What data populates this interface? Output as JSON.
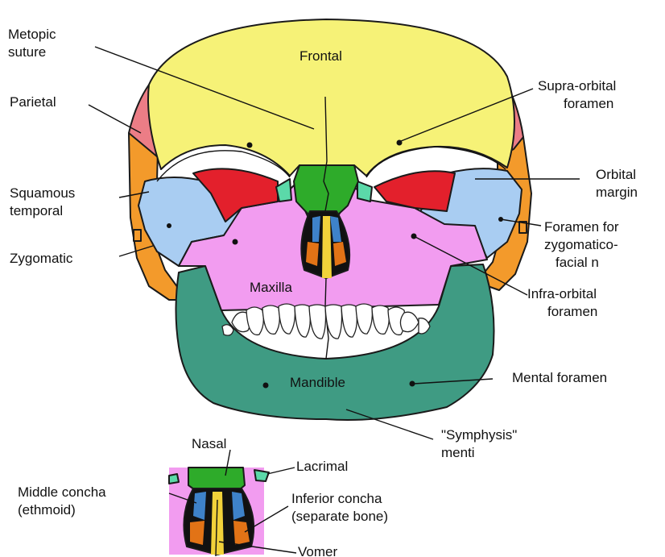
{
  "colors": {
    "frontal": "#f6f277",
    "parietal": "#ec7d86",
    "temporal": "#f39a2b",
    "zygomatic": "#a9cdf2",
    "maxilla": "#f29cf0",
    "mandible": "#3f9b83",
    "nasal": "#2eab2a",
    "lacrimal": "#5bd9a9",
    "orbit": "#e3202c",
    "concha": "#3e82c9",
    "vomer": "#f2d23a",
    "inferior_concha": "#e27316"
  },
  "labels": {
    "metopic_suture": [
      "Metopic",
      "suture"
    ],
    "parietal": "Parietal",
    "squamous_temporal": [
      "Squamous",
      "temporal"
    ],
    "zygomatic": "Zygomatic",
    "supra_orbital_foramen": [
      "Supra-orbital",
      "foramen"
    ],
    "orbital_margin": [
      "Orbital",
      "margin"
    ],
    "foramen_zygomatico_facial": [
      "Foramen for",
      "zygomatico-",
      "facial n"
    ],
    "infra_orbital_foramen": [
      "Infra-orbital",
      "foramen"
    ],
    "mental_foramen": "Mental foramen",
    "symphysis_menti": [
      "\"Symphysis\"",
      "menti"
    ],
    "frontal": "Frontal",
    "maxilla": "Maxilla",
    "mandible": "Mandible"
  },
  "inset": {
    "nasal": "Nasal",
    "lacrimal": "Lacrimal",
    "middle_concha": [
      "Middle concha",
      "(ethmoid)"
    ],
    "inferior_concha": [
      "Inferior concha",
      "(separate bone)"
    ],
    "vomer": "Vomer"
  }
}
